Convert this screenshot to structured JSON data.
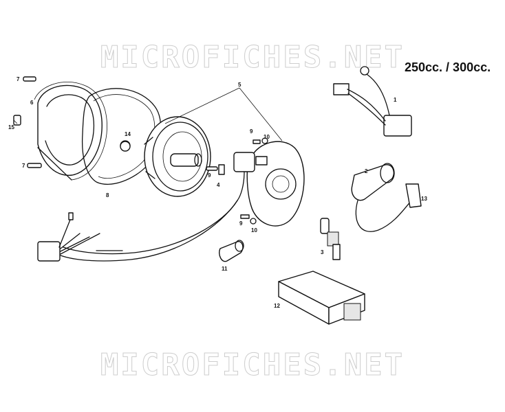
{
  "header": {
    "title": "250cc. / 300cc."
  },
  "watermark": {
    "top": "MICROFICHES.NET",
    "bottom": "MICROFICHES.NET"
  },
  "callouts": {
    "c1": "1",
    "c2": "2",
    "c3": "3",
    "c4": "4",
    "c5": "5",
    "c6": "6",
    "c7a": "7",
    "c7b": "7",
    "c8": "8",
    "c9a": "9",
    "c9b": "9",
    "c9c": "9",
    "c10a": "10",
    "c10b": "10",
    "c11": "11",
    "c12": "12",
    "c13": "13",
    "c14": "14",
    "c15": "15"
  }
}
